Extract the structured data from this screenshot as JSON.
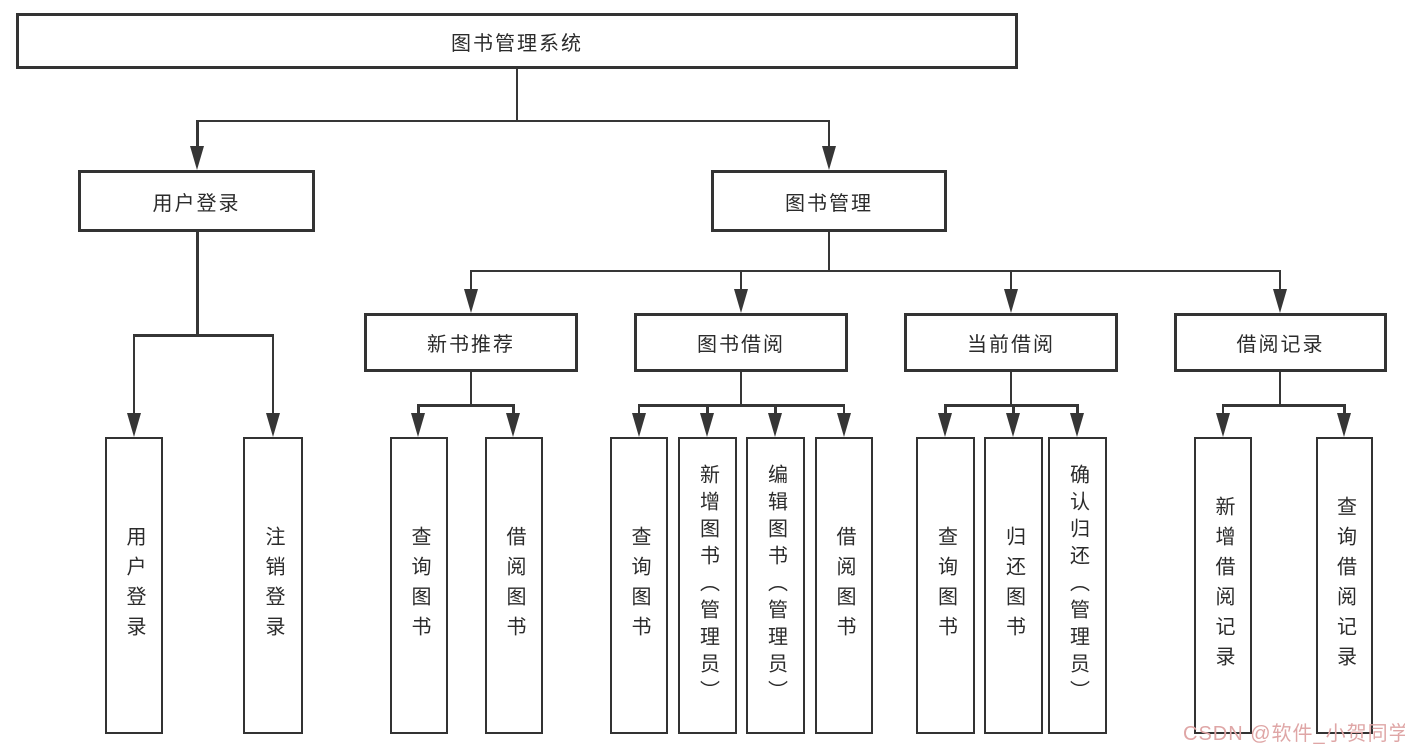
{
  "tree": {
    "root": {
      "label": "图书管理系统"
    },
    "branches": [
      {
        "label": "用户登录",
        "leaves": [
          {
            "label": "用户登录"
          },
          {
            "label": "注销登录"
          }
        ]
      },
      {
        "label": "图书管理",
        "groups": [
          {
            "label": "新书推荐",
            "leaves": [
              {
                "label": "查询图书"
              },
              {
                "label": "借阅图书"
              }
            ]
          },
          {
            "label": "图书借阅",
            "leaves": [
              {
                "label": "查询图书"
              },
              {
                "label": "新增图书（管理员）"
              },
              {
                "label": "编辑图书（管理员）"
              },
              {
                "label": "借阅图书"
              }
            ]
          },
          {
            "label": "当前借阅",
            "leaves": [
              {
                "label": "查询图书"
              },
              {
                "label": "归还图书"
              },
              {
                "label": "确认归还（管理员）"
              }
            ]
          },
          {
            "label": "借阅记录",
            "leaves": [
              {
                "label": "新增借阅记录"
              },
              {
                "label": "查询借阅记录"
              }
            ]
          }
        ]
      }
    ]
  },
  "watermark": {
    "text": "CSDN @软件_小贺同学",
    "color": "#dfa6a6"
  },
  "colors": {
    "line": "#363636",
    "box_border": "#333333",
    "text": "#2b2b2b",
    "background": "#ffffff"
  }
}
